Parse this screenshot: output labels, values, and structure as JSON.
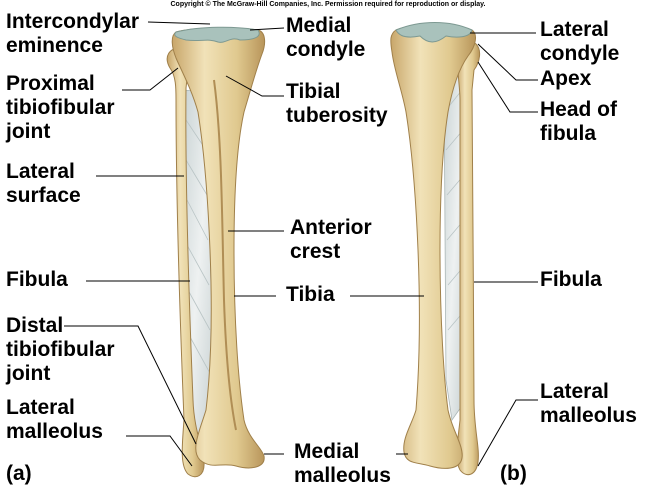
{
  "copyright": "Copyright © The McGraw-Hill Companies, Inc. Permission required for reproduction or display.",
  "colors": {
    "bone": "#e2cc96",
    "bone_shadow": "#bb9a5e",
    "bone_highlight": "#f4e8c4",
    "cartilage": "#a9c2bc",
    "membrane": "#d9e0e0",
    "text": "#000000"
  },
  "panels": [
    {
      "id": "a",
      "tag": "(a)",
      "labels": {
        "intercondylar_eminence": "Intercondylar\neminence",
        "medial_condyle": "Medial\ncondyle",
        "proximal_tibiofibular_joint": "Proximal\ntibiofibular\njoint",
        "tibial_tuberosity": "Tibial\ntuberosity",
        "lateral_surface": "Lateral\nsurface",
        "anterior_crest": "Anterior\ncrest",
        "fibula": "Fibula",
        "tibia": "Tibia",
        "distal_tibiofibular_joint": "Distal\ntibiofibular\njoint",
        "lateral_malleolus": "Lateral\nmalleolus",
        "medial_malleolus": "Medial\nmalleolus"
      }
    },
    {
      "id": "b",
      "tag": "(b)",
      "labels": {
        "lateral_condyle": "Lateral\ncondyle",
        "apex": "Apex",
        "head_of_fibula": "Head of\nfibula",
        "fibula": "Fibula",
        "lateral_malleolus": "Lateral\nmalleolus"
      }
    }
  ]
}
